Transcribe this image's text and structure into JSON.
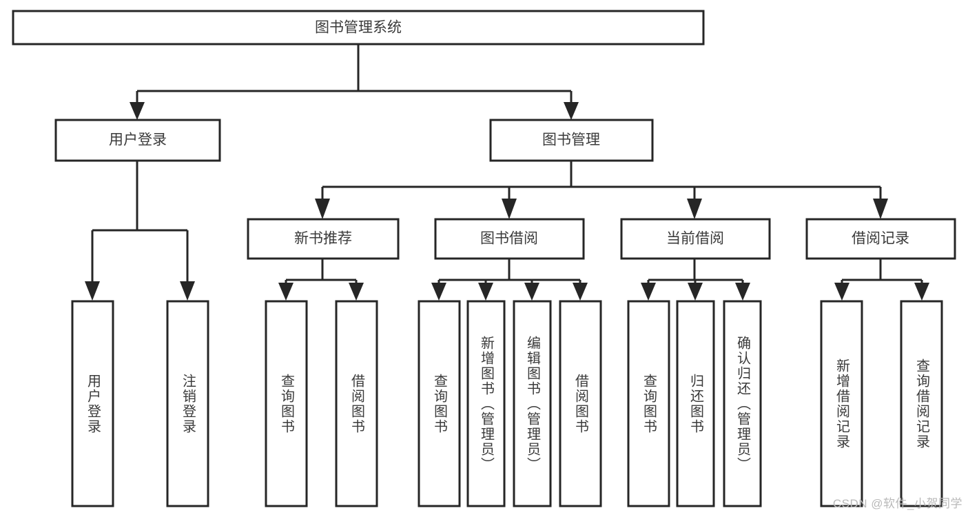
{
  "diagram": {
    "title": "图书管理系统",
    "type": "tree",
    "orientation": "top-down",
    "root": {
      "id": "root",
      "label": "图书管理系统",
      "text_direction": "horizontal"
    },
    "level2": [
      {
        "id": "user-login",
        "label": "用户登录",
        "text_direction": "horizontal"
      },
      {
        "id": "book-manage",
        "label": "图书管理",
        "text_direction": "horizontal"
      }
    ],
    "level3": [
      {
        "id": "new-book-rec",
        "label": "新书推荐",
        "text_direction": "horizontal",
        "parent": "book-manage"
      },
      {
        "id": "book-borrow",
        "label": "图书借阅",
        "text_direction": "horizontal",
        "parent": "book-manage"
      },
      {
        "id": "current-borrow",
        "label": "当前借阅",
        "text_direction": "horizontal",
        "parent": "book-manage"
      },
      {
        "id": "borrow-record",
        "label": "借阅记录",
        "text_direction": "horizontal",
        "parent": "book-manage"
      }
    ],
    "leaves": [
      {
        "id": "leaf-user-login",
        "label": "用户登录",
        "text_direction": "vertical",
        "parent": "user-login"
      },
      {
        "id": "leaf-logout",
        "label": "注销登录",
        "text_direction": "vertical",
        "parent": "user-login"
      },
      {
        "id": "leaf-query-book-1",
        "label": "查询图书",
        "text_direction": "vertical",
        "parent": "new-book-rec"
      },
      {
        "id": "leaf-borrow-book-1",
        "label": "借阅图书",
        "text_direction": "vertical",
        "parent": "new-book-rec"
      },
      {
        "id": "leaf-query-book-2",
        "label": "查询图书",
        "text_direction": "vertical",
        "parent": "book-borrow"
      },
      {
        "id": "leaf-add-book",
        "label": "新增图书（管理员）",
        "text_direction": "vertical",
        "parent": "book-borrow"
      },
      {
        "id": "leaf-edit-book",
        "label": "编辑图书（管理员）",
        "text_direction": "vertical",
        "parent": "book-borrow"
      },
      {
        "id": "leaf-borrow-book-2",
        "label": "借阅图书",
        "text_direction": "vertical",
        "parent": "book-borrow"
      },
      {
        "id": "leaf-query-book-3",
        "label": "查询图书",
        "text_direction": "vertical",
        "parent": "current-borrow"
      },
      {
        "id": "leaf-return-book",
        "label": "归还图书",
        "text_direction": "vertical",
        "parent": "current-borrow"
      },
      {
        "id": "leaf-confirm-return",
        "label": "确认归还（管理员）",
        "text_direction": "vertical",
        "parent": "current-borrow"
      },
      {
        "id": "leaf-add-record",
        "label": "新增借阅记录",
        "text_direction": "vertical",
        "parent": "borrow-record"
      },
      {
        "id": "leaf-query-record",
        "label": "查询借阅记录",
        "text_direction": "vertical",
        "parent": "borrow-record"
      }
    ],
    "colors": {
      "stroke": "#262626",
      "fill": "#ffffff",
      "text": "#3a3a3a",
      "watermark": "#b9b9b9"
    }
  },
  "watermark": {
    "text": "CSDN @软件_小贺同学"
  }
}
